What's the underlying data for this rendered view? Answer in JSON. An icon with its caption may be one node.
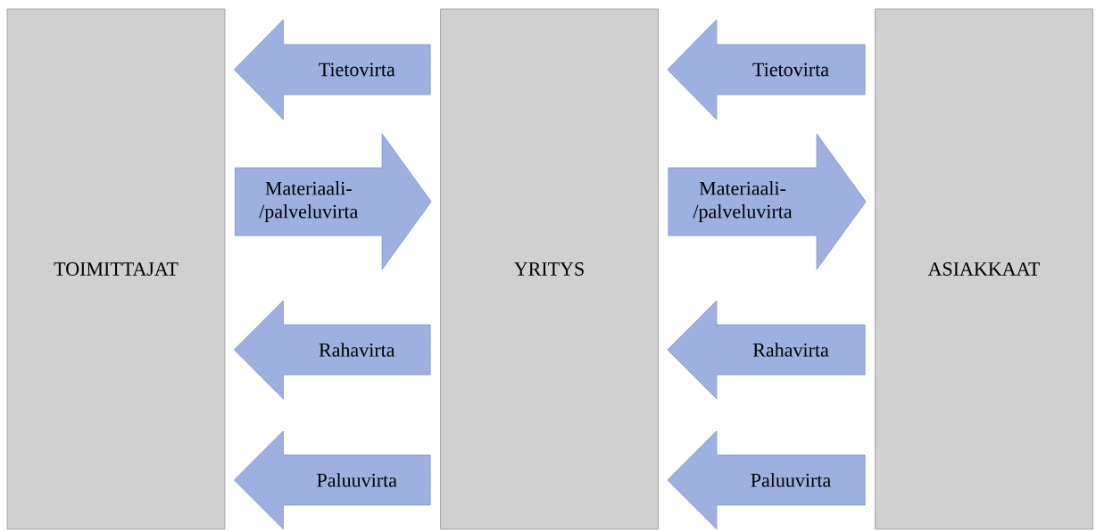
{
  "diagram": {
    "nodes": [
      {
        "text": [
          "TOIMITTAJAT"
        ]
      },
      {
        "text": [
          "YRITYS"
        ]
      },
      {
        "text": [
          "ASIAKKAAT"
        ]
      }
    ],
    "edges": [
      {
        "from": 1,
        "to": 0,
        "arrow": "to",
        "label": "Tietovirta"
      },
      {
        "from": 0,
        "to": 1,
        "arrow": "to",
        "label": "Materiaali- /palveluvirta"
      },
      {
        "from": 1,
        "to": 0,
        "arrow": "to",
        "label": "Rahavirta"
      },
      {
        "from": 1,
        "to": 0,
        "arrow": "to",
        "label": "Paluuvirta"
      },
      {
        "from": 2,
        "to": 1,
        "arrow": "to",
        "label": "Tietovirta"
      },
      {
        "from": 1,
        "to": 2,
        "arrow": "to",
        "label": "Materiaali- /palveluvirta"
      },
      {
        "from": 2,
        "to": 1,
        "arrow": "to",
        "label": "Rahavirta"
      },
      {
        "from": 2,
        "to": 1,
        "arrow": "to",
        "label": "Paluuvirta"
      }
    ]
  }
}
